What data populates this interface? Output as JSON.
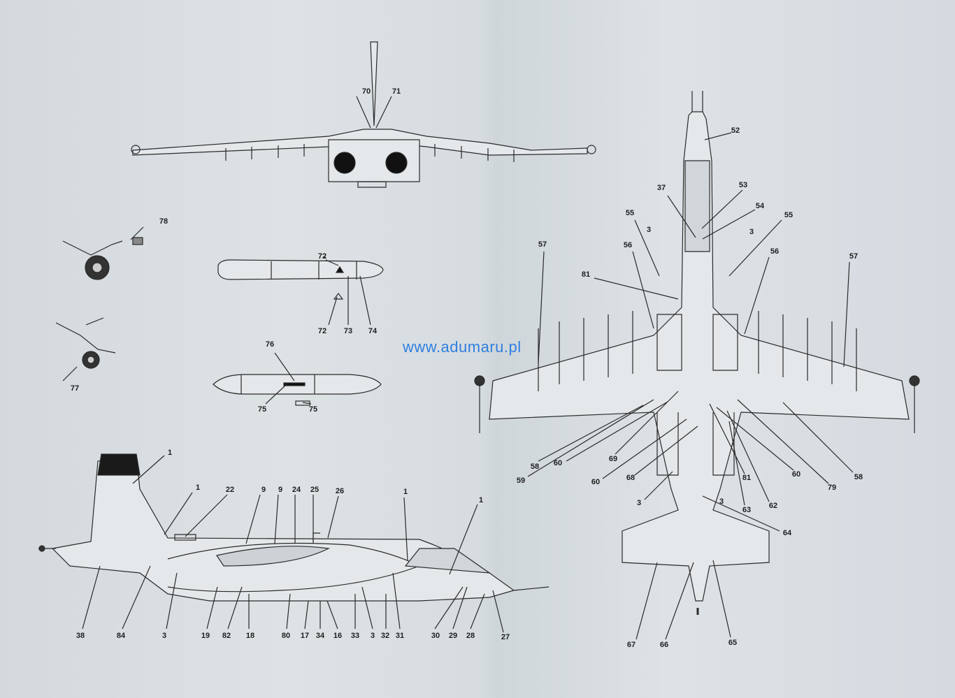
{
  "watermark": "www.adumaru.pl",
  "callouts": [
    "70",
    "71",
    "78",
    "77",
    "72",
    "73",
    "74",
    "72",
    "76",
    "75",
    "75",
    "1",
    "1",
    "22",
    "9",
    "9",
    "24",
    "25",
    "26",
    "1",
    "1",
    "38",
    "84",
    "3",
    "19",
    "82",
    "18",
    "80",
    "17",
    "34",
    "16",
    "33",
    "3",
    "32",
    "31",
    "30",
    "29",
    "28",
    "27",
    "52",
    "37",
    "53",
    "54",
    "55",
    "3",
    "3",
    "55",
    "56",
    "56",
    "57",
    "57",
    "81",
    "58",
    "59",
    "60",
    "69",
    "60",
    "68",
    "3",
    "81",
    "60",
    "79",
    "58",
    "63",
    "62",
    "3",
    "64",
    "67",
    "66",
    "65"
  ]
}
